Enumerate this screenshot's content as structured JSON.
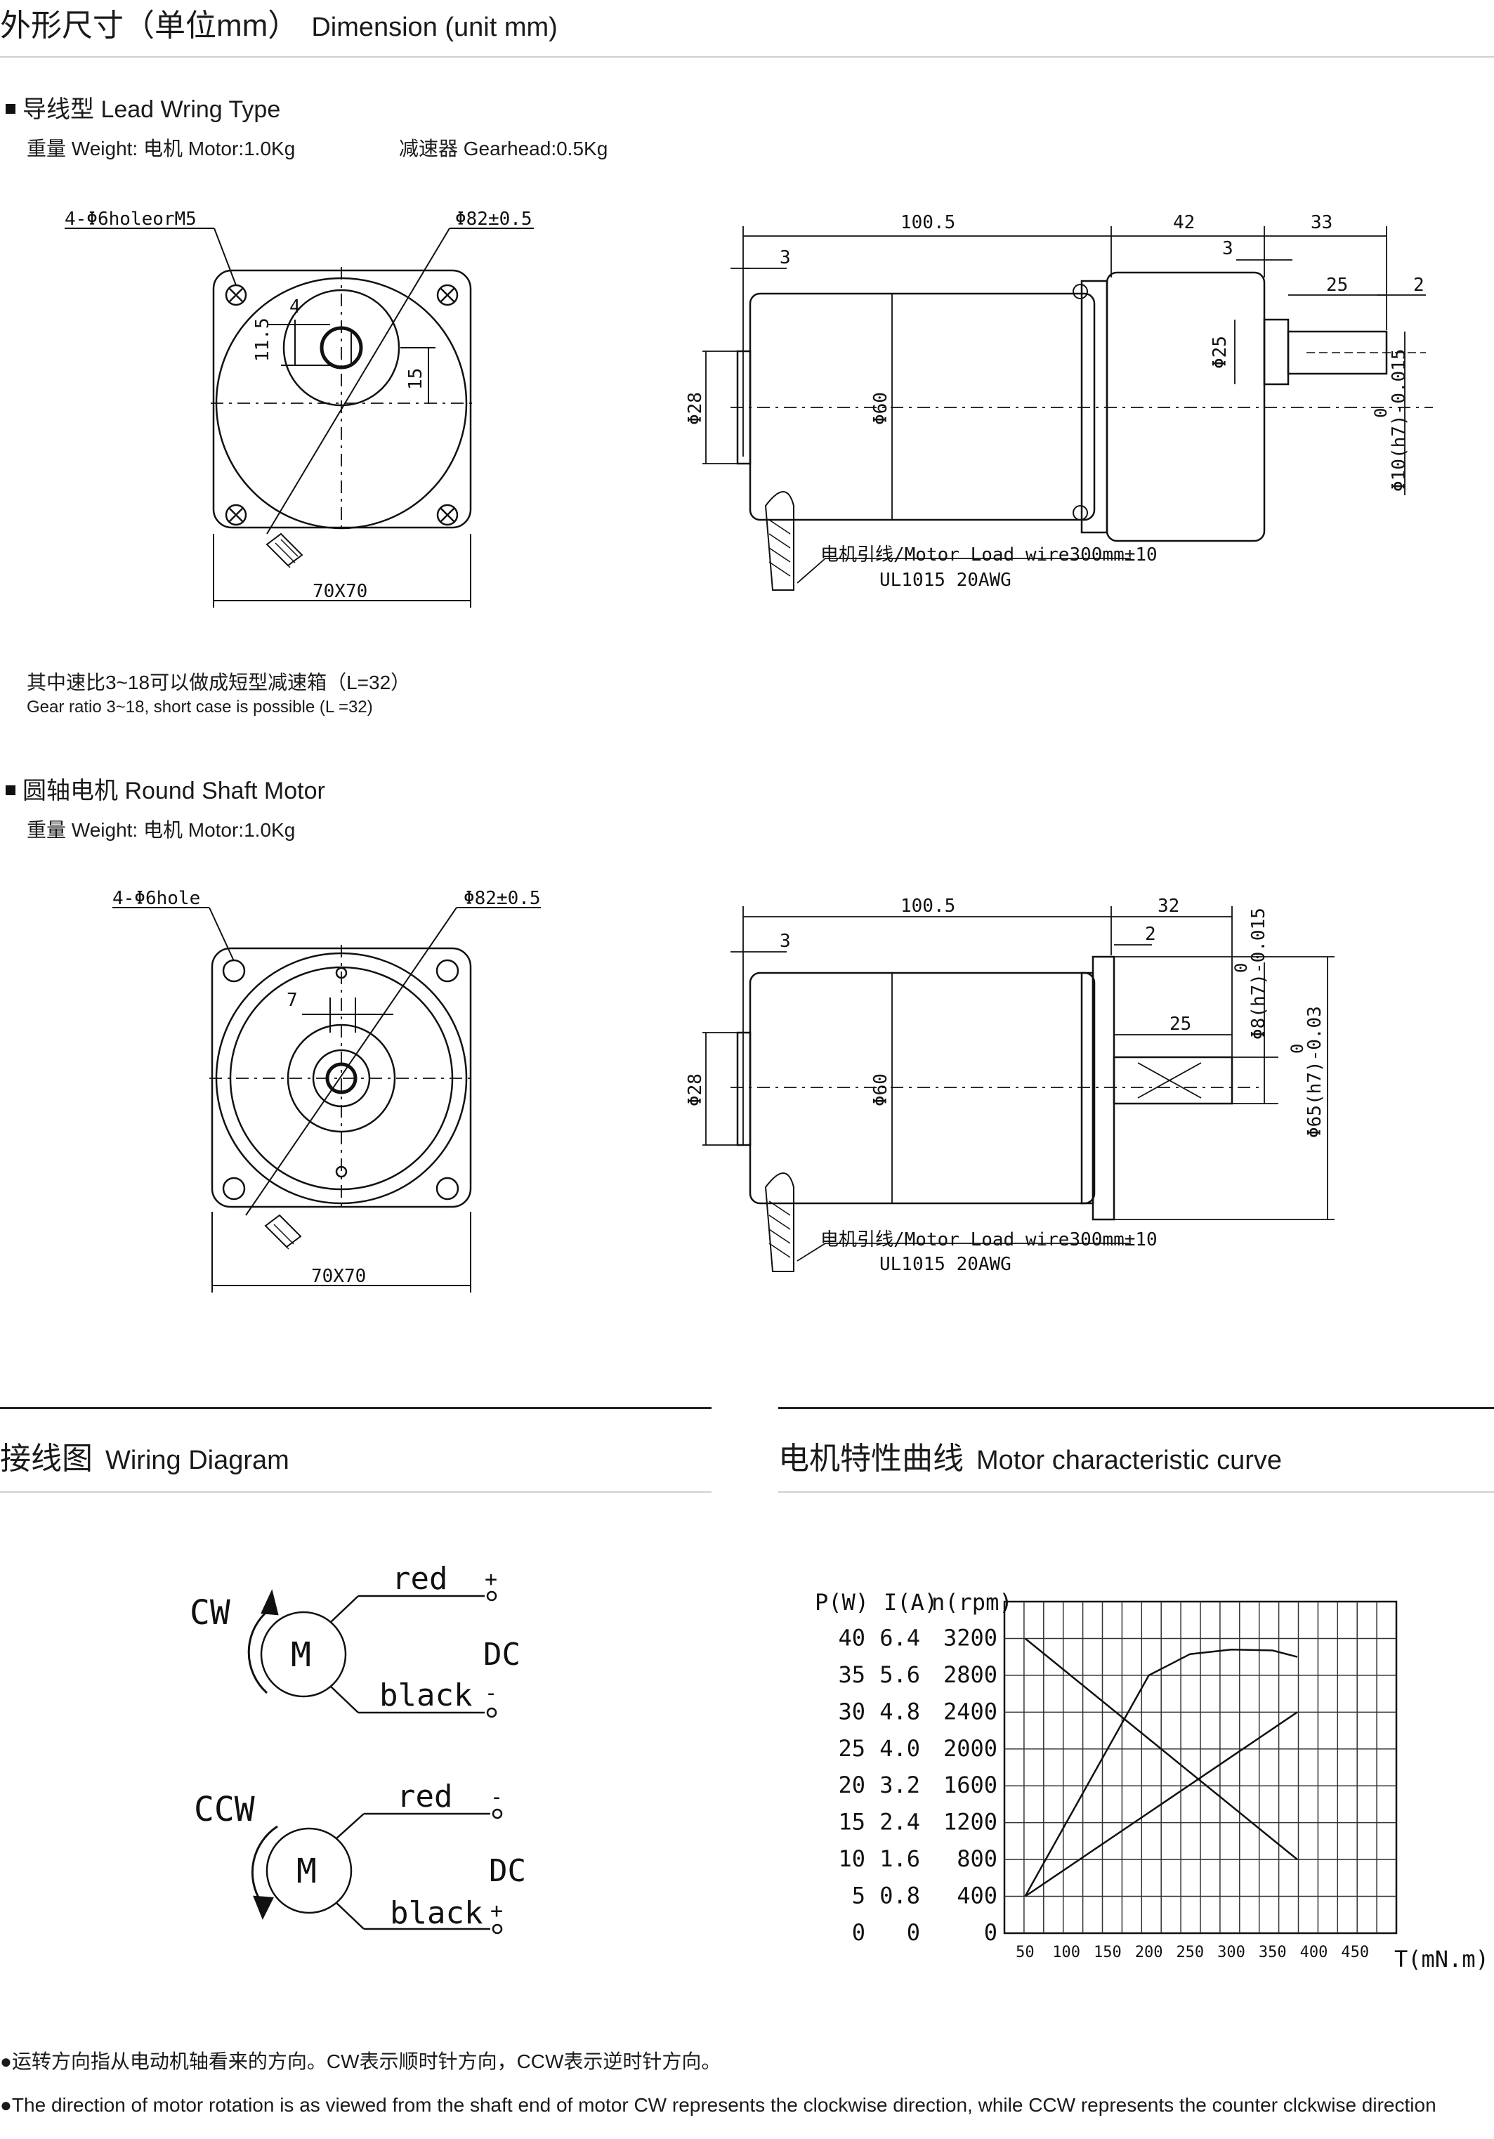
{
  "header": {
    "cn": "外形尺寸（单位mm）",
    "en": "Dimension (unit mm)"
  },
  "lead": {
    "title_cn": "导线型",
    "title_en": "Lead Wring Type",
    "weight": "重量 Weight:  电机 Motor:1.0Kg",
    "gearhead": "减速器 Gearhead:0.5Kg",
    "front": {
      "hole": "4-Φ6holeorM5",
      "dia": "Φ82±0.5",
      "d4": "4",
      "d115": "11.5",
      "d15": "15",
      "size": "70X70"
    },
    "side": {
      "d1005": "100.5",
      "d42": "42",
      "d33": "33",
      "d3a": "3",
      "d3b": "3",
      "d25": "25",
      "d2": "2",
      "phi25": "Φ25",
      "phi28": "Φ28",
      "phi60": "Φ60",
      "phi10": "Φ10(h7)-0.015",
      "phi10_top": "0",
      "wire": "电机引线/Motor Load wire300mm±10",
      "ul": "UL1015 20AWG"
    },
    "note_cn": "其中速比3~18可以做成短型减速箱（L=32）",
    "note_en": "Gear ratio 3~18, short case is possible (L =32)"
  },
  "round": {
    "title_cn": "圆轴电机",
    "title_en": "Round Shaft Motor",
    "weight": "重量 Weight:  电机 Motor:1.0Kg",
    "front": {
      "hole": "4-Φ6hole",
      "dia": "Φ82±0.5",
      "d7": "7",
      "size": "70X70"
    },
    "side": {
      "d1005": "100.5",
      "d32": "32",
      "d3": "3",
      "d2": "2",
      "d25": "25",
      "phi28": "Φ28",
      "phi60": "Φ60",
      "phi8": "Φ8(h7)-0.015",
      "phi8_top": "0",
      "phi65": "Φ65(h7)-0.03",
      "phi65_top": "0",
      "wire": "电机引线/Motor Load wire300mm±10",
      "ul": "UL1015 20AWG"
    }
  },
  "wiring": {
    "title_cn": "接线图",
    "title_en": "Wiring Diagram",
    "cw": {
      "dir": "CW",
      "m": "M",
      "red": "red",
      "black": "black",
      "dc": "DC",
      "plus": "+",
      "minus": "-"
    },
    "ccw": {
      "dir": "CCW",
      "m": "M",
      "red": "red",
      "black": "black",
      "dc": "DC",
      "minus": "-",
      "plus": "+"
    }
  },
  "curve": {
    "title_cn": "电机特性曲线",
    "title_en": "Motor characteristic curve"
  },
  "chart_data": {
    "type": "line",
    "title": "",
    "y_headers": [
      "P(W)",
      "I(A)",
      "n(rpm)"
    ],
    "y_ticks_P": [
      "40",
      "35",
      "30",
      "25",
      "20",
      "15",
      "10",
      "5",
      "0"
    ],
    "y_ticks_I": [
      "6.4",
      "5.6",
      "4.8",
      "4.0",
      "3.2",
      "2.4",
      "1.6",
      "0.8",
      "0"
    ],
    "y_ticks_n": [
      "3200",
      "2800",
      "2400",
      "2000",
      "1600",
      "1200",
      "800",
      "400",
      "0"
    ],
    "x_ticks": [
      "50",
      "100",
      "150",
      "200",
      "250",
      "300",
      "350",
      "400",
      "450"
    ],
    "xlabel": "T(mN.m)",
    "xlim": [
      25,
      500
    ],
    "ylim_rpm": [
      0,
      3200
    ],
    "grid": true,
    "series": [
      {
        "x": [
          50,
          380
        ],
        "y": [
          3200,
          800
        ]
      },
      {
        "x": [
          50,
          380
        ],
        "y": [
          400,
          2400
        ]
      },
      {
        "x": [
          50,
          150,
          200,
          250,
          300,
          350,
          380
        ],
        "y": [
          400,
          2000,
          2800,
          3030,
          3080,
          3070,
          3000
        ]
      }
    ]
  },
  "footnotes": {
    "cn": "●运转方向指从电动机轴看来的方向。CW表示顺时针方向，CCW表示逆时针方向。",
    "en": "●The direction of motor rotation is as viewed from the shaft end of motor CW represents the clockwise direction, while CCW represents the counter clckwise direction"
  }
}
